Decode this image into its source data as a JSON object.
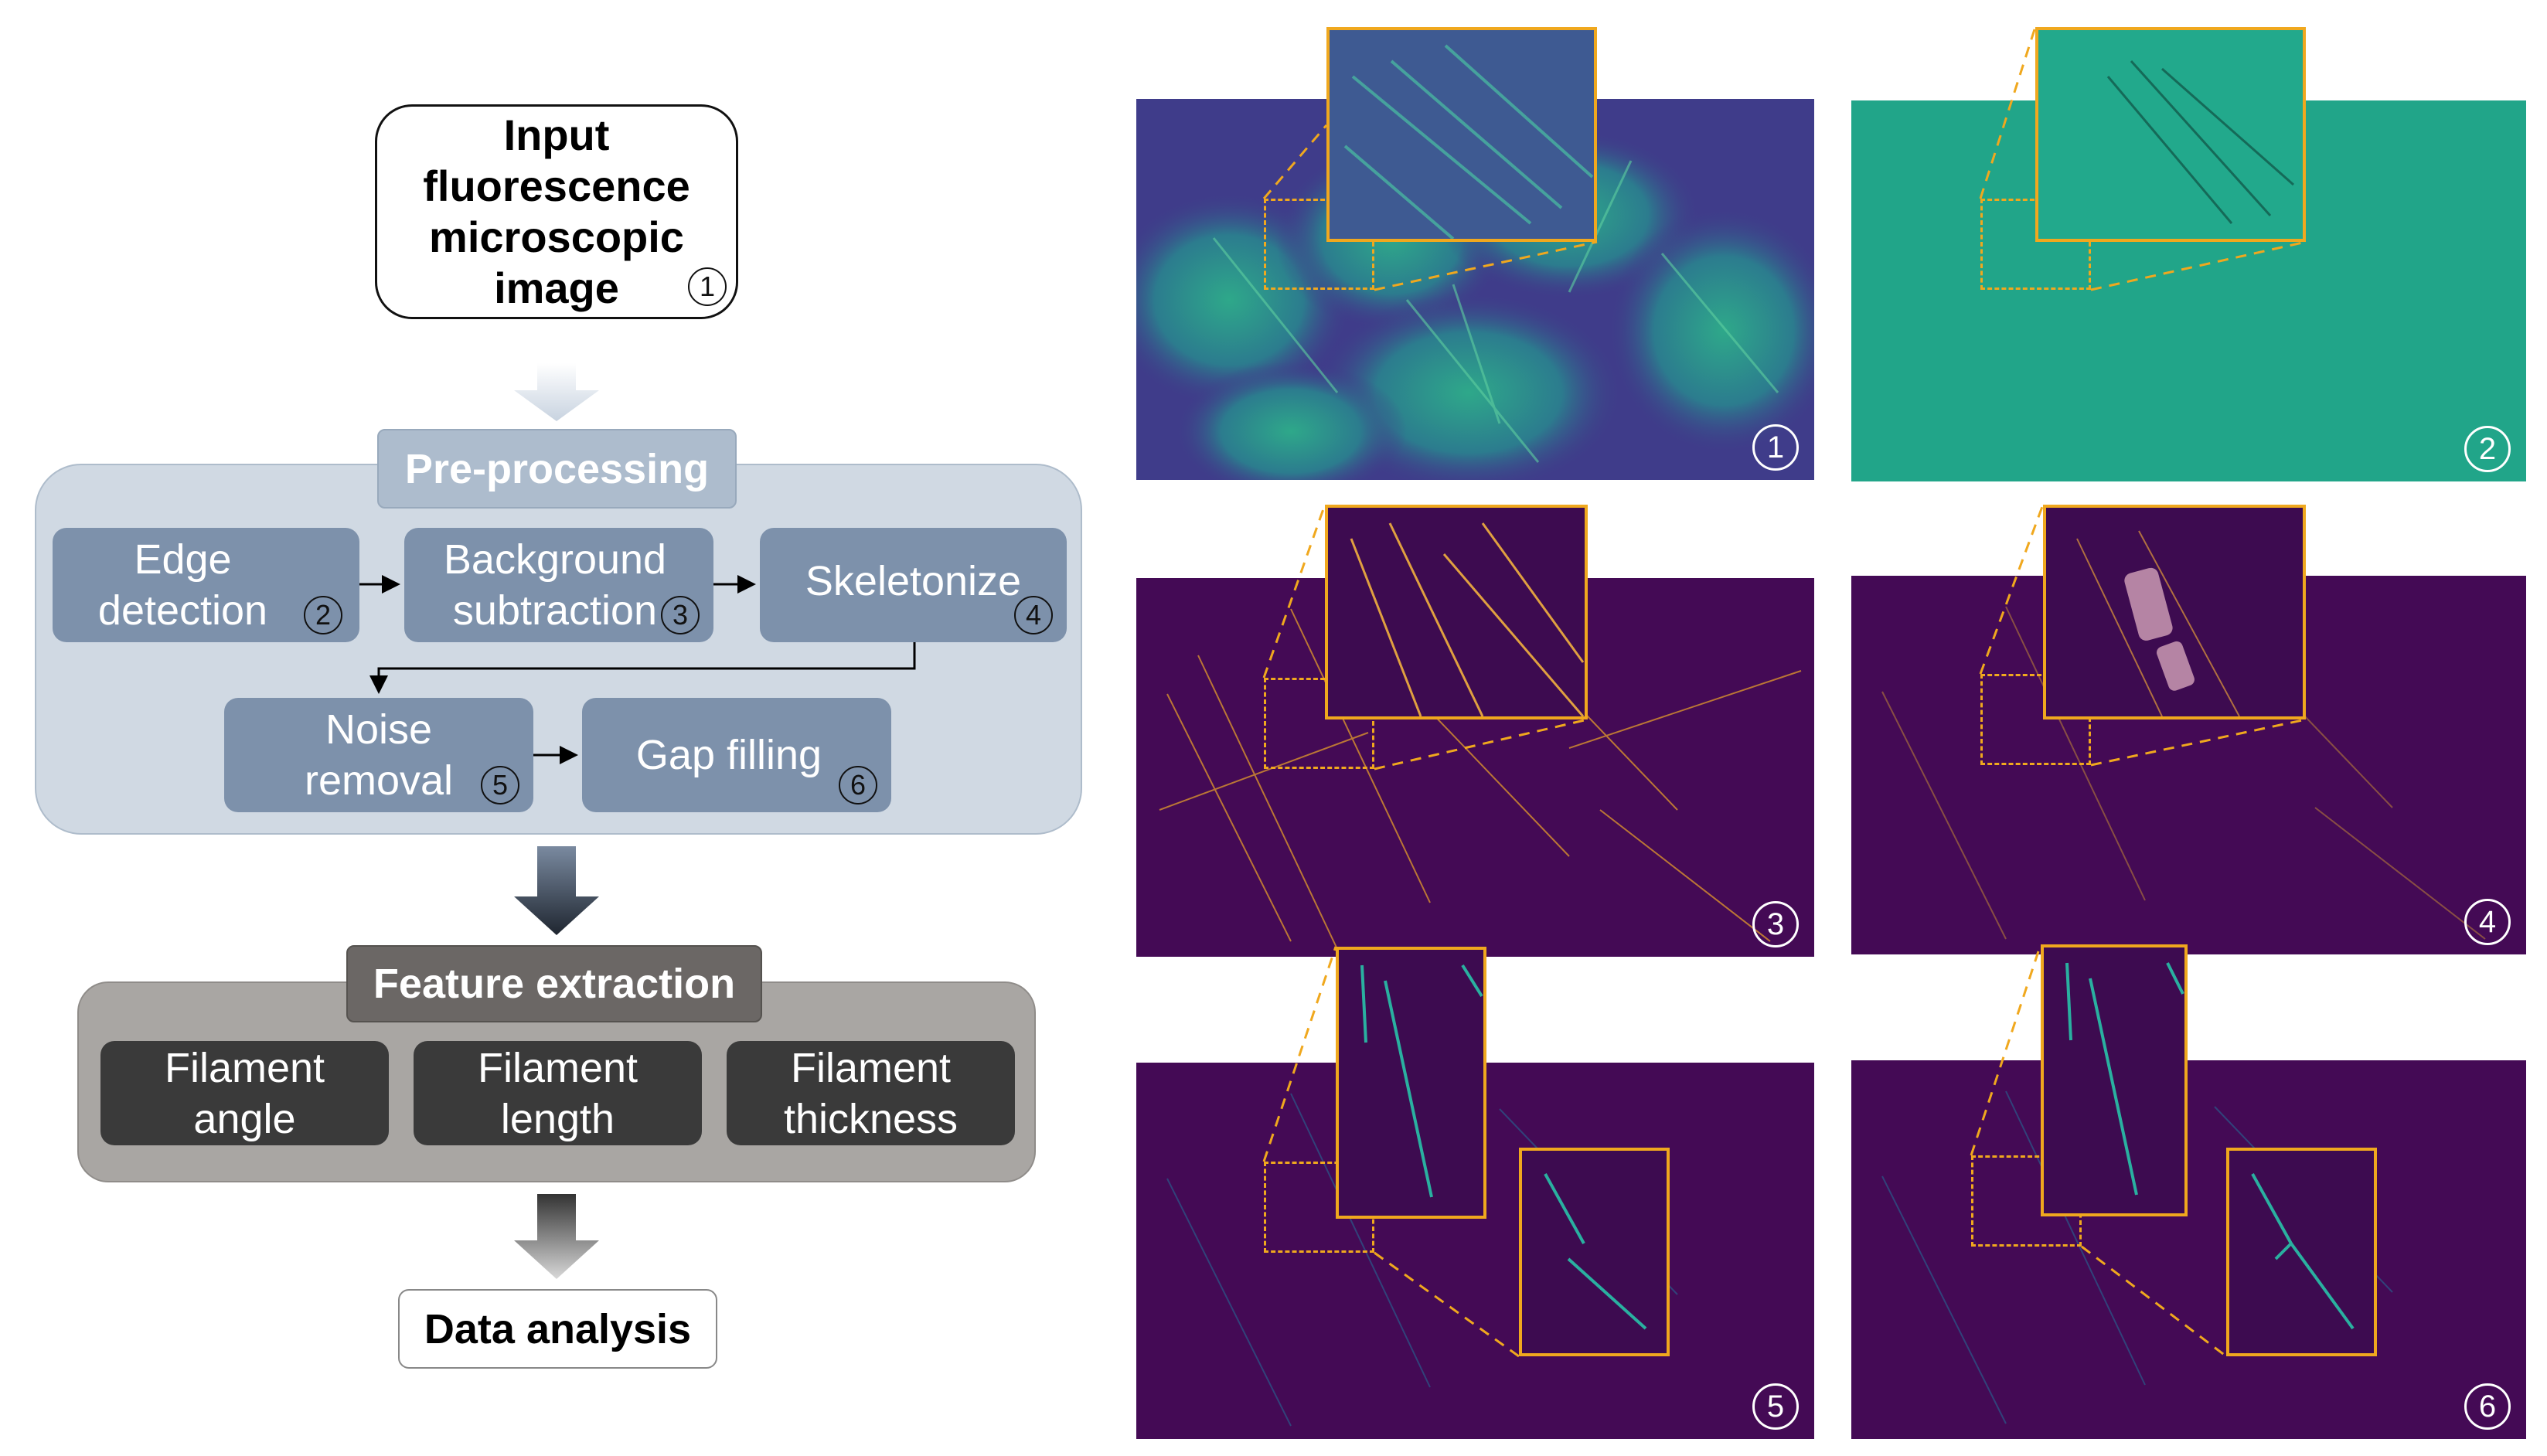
{
  "flow": {
    "input": {
      "label": "Input fluorescence microscopic image",
      "num": "1"
    },
    "preprocessing": {
      "title": "Pre-processing",
      "steps": [
        {
          "label": "Edge detection",
          "num": "2"
        },
        {
          "label": "Background subtraction",
          "num": "3"
        },
        {
          "label": "Skeletonize",
          "num": "4"
        },
        {
          "label": "Noise removal",
          "num": "5"
        },
        {
          "label": "Gap filling",
          "num": "6"
        }
      ]
    },
    "feature_extraction": {
      "title": "Feature extraction",
      "items": [
        "Filament angle",
        "Filament length",
        "Filament thickness"
      ]
    },
    "output": {
      "label": "Data analysis"
    }
  },
  "panels": [
    {
      "num": "1",
      "stage": "input"
    },
    {
      "num": "2",
      "stage": "edge detection"
    },
    {
      "num": "3",
      "stage": "background subtraction"
    },
    {
      "num": "4",
      "stage": "skeletonize"
    },
    {
      "num": "5",
      "stage": "noise removal"
    },
    {
      "num": "6",
      "stage": "gap filling"
    }
  ],
  "colors": {
    "preprocessing_bg": "#d0d9e3",
    "preprocessing_step": "#7d91ab",
    "feature_bg": "#a9a6a3",
    "feature_item": "#3a3a3a",
    "highlight": "#f0a81e",
    "viridis_dark": "#440a55",
    "viridis_teal": "#21a589"
  }
}
